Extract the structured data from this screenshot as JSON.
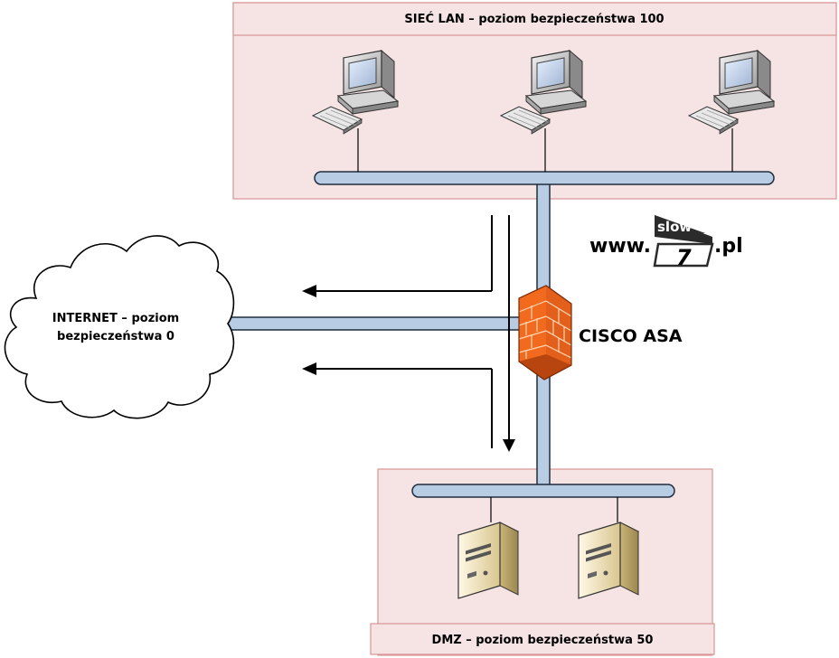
{
  "lan": {
    "title": "SIEĆ LAN – poziom bezpieczeństwa 100",
    "hosts": [
      "workstation",
      "workstation",
      "workstation"
    ]
  },
  "dmz": {
    "title": "DMZ – poziom bezpieczeństwa 50",
    "hosts": [
      "server",
      "server"
    ]
  },
  "internet": {
    "line1": "INTERNET – poziom",
    "line2": "bezpieczeństwa 0"
  },
  "firewall": {
    "label": "CISCO ASA",
    "icon": "firewall-brick-icon"
  },
  "logo": {
    "prefix": "www.",
    "tag": "slow",
    "digit": "7",
    "suffix": ".pl"
  },
  "colors": {
    "zone_fill": "#f6e4e4",
    "zone_stroke": "#d99595",
    "bus_fill": "#b8cce4",
    "bus_stroke": "#1f2d3d",
    "firewall": "#f26a1e",
    "logo_dark": "#2b2b2b"
  }
}
